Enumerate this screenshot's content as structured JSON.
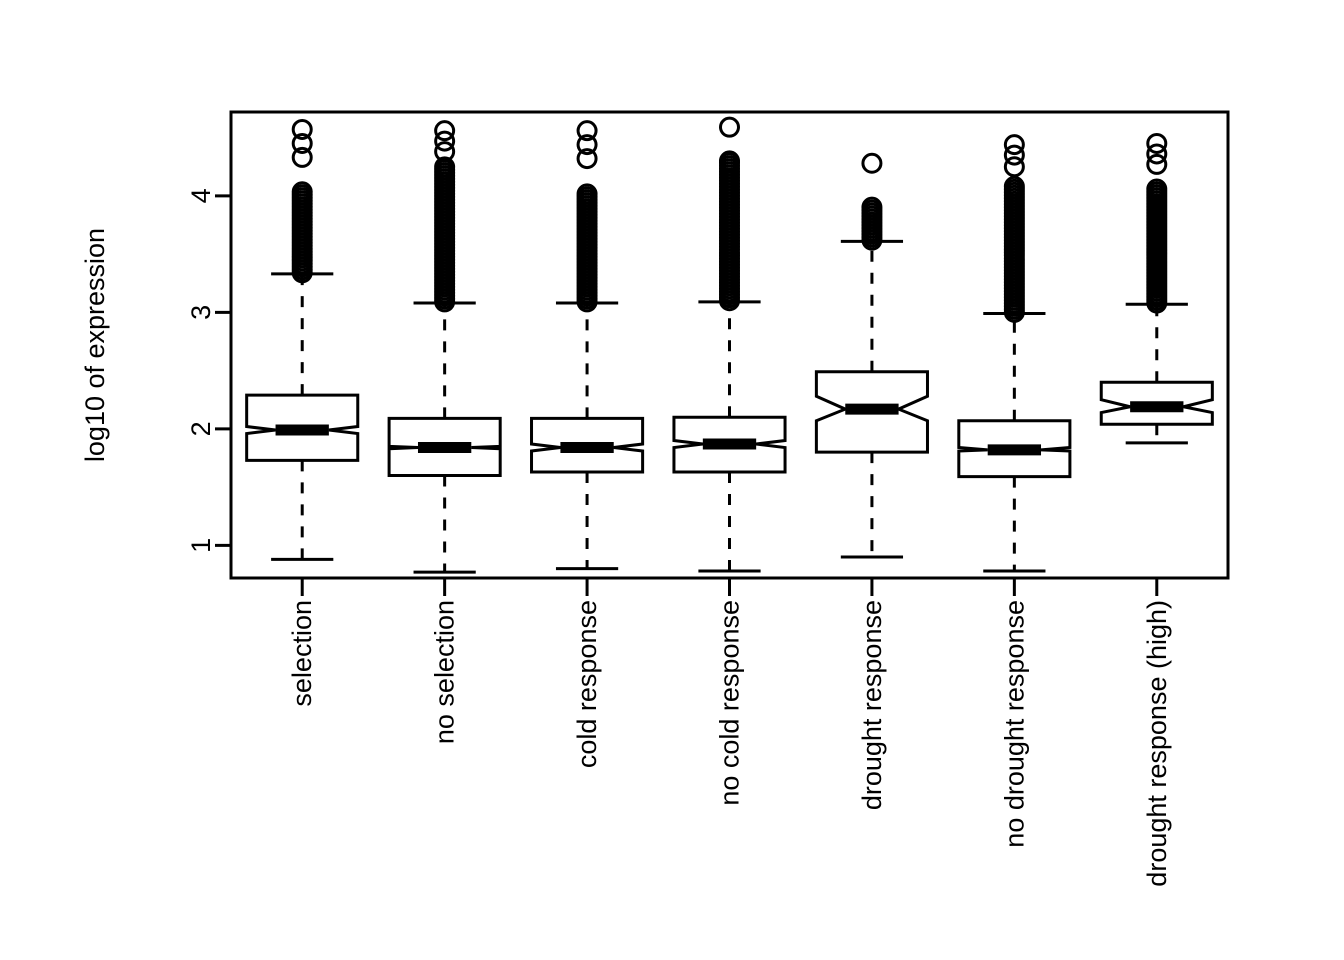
{
  "chart_data": {
    "type": "box",
    "title": "",
    "xlabel": "",
    "ylabel": "log10 of expression",
    "ylim": [
      0.72,
      4.72
    ],
    "yticks": [
      1,
      2,
      3,
      4
    ],
    "ytick_labels": [
      "1",
      "2",
      "3",
      "4"
    ],
    "grid": false,
    "notched": true,
    "legend": null,
    "categories": [
      "selection",
      "no selection",
      "cold response",
      "no cold response",
      "drought response",
      "no drought response",
      "drought response (high)"
    ],
    "boxes": [
      {
        "name": "selection",
        "lower_whisker": 0.88,
        "q1": 1.73,
        "median": 1.99,
        "q3": 2.29,
        "upper_whisker": 3.33,
        "notch_lower": 1.96,
        "notch_upper": 2.02,
        "outlier_cluster": {
          "from": 3.34,
          "to": 4.04
        },
        "outliers_isolated": [
          4.57,
          4.45,
          4.33
        ]
      },
      {
        "name": "no selection",
        "lower_whisker": 0.77,
        "q1": 1.6,
        "median": 1.84,
        "q3": 2.09,
        "upper_whisker": 3.08,
        "notch_lower": 1.83,
        "notch_upper": 1.85,
        "outlier_cluster": {
          "from": 3.09,
          "to": 4.27
        },
        "outliers_isolated": [
          4.56,
          4.47,
          4.38
        ]
      },
      {
        "name": "cold response",
        "lower_whisker": 0.8,
        "q1": 1.63,
        "median": 1.84,
        "q3": 2.09,
        "upper_whisker": 3.08,
        "notch_lower": 1.81,
        "notch_upper": 1.87,
        "outlier_cluster": {
          "from": 3.09,
          "to": 4.03
        },
        "outliers_isolated": [
          4.56,
          4.44,
          4.32
        ]
      },
      {
        "name": "no cold response",
        "lower_whisker": 0.78,
        "q1": 1.63,
        "median": 1.87,
        "q3": 2.1,
        "upper_whisker": 3.09,
        "notch_lower": 1.84,
        "notch_upper": 1.9,
        "outlier_cluster": {
          "from": 3.1,
          "to": 4.29
        },
        "outliers_isolated": [
          4.59,
          4.3
        ]
      },
      {
        "name": "drought response",
        "lower_whisker": 0.9,
        "q1": 1.8,
        "median": 2.17,
        "q3": 2.49,
        "upper_whisker": 3.61,
        "notch_lower": 2.07,
        "notch_upper": 2.28,
        "outlier_cluster": {
          "from": 3.62,
          "to": 3.91
        },
        "outliers_isolated": [
          4.28
        ]
      },
      {
        "name": "no drought response",
        "lower_whisker": 0.78,
        "q1": 1.59,
        "median": 1.82,
        "q3": 2.07,
        "upper_whisker": 2.99,
        "notch_lower": 1.81,
        "notch_upper": 1.84,
        "outlier_cluster": {
          "from": 3.0,
          "to": 4.1
        },
        "outliers_isolated": [
          4.44,
          4.35,
          4.25
        ]
      },
      {
        "name": "drought response (high)",
        "lower_whisker": 1.88,
        "q1": 2.04,
        "median": 2.19,
        "q3": 2.4,
        "upper_whisker": 3.07,
        "notch_lower": 2.14,
        "notch_upper": 2.25,
        "outlier_cluster": {
          "from": 3.08,
          "to": 4.07
        },
        "outliers_isolated": [
          4.45,
          4.36,
          4.27
        ]
      }
    ]
  },
  "axis": {
    "y_label": "log10 of expression",
    "y_tick_1": "1",
    "y_tick_2": "2",
    "y_tick_3": "3",
    "y_tick_4": "4"
  },
  "x_labels": {
    "cat_0": "selection",
    "cat_1": "no selection",
    "cat_2": "cold response",
    "cat_3": "no cold response",
    "cat_4": "drought response",
    "cat_5": "no drought response",
    "cat_6": "drought response (high)"
  },
  "style": {
    "stroke": "#000000",
    "fill": "#ffffff",
    "background": "#ffffff"
  }
}
